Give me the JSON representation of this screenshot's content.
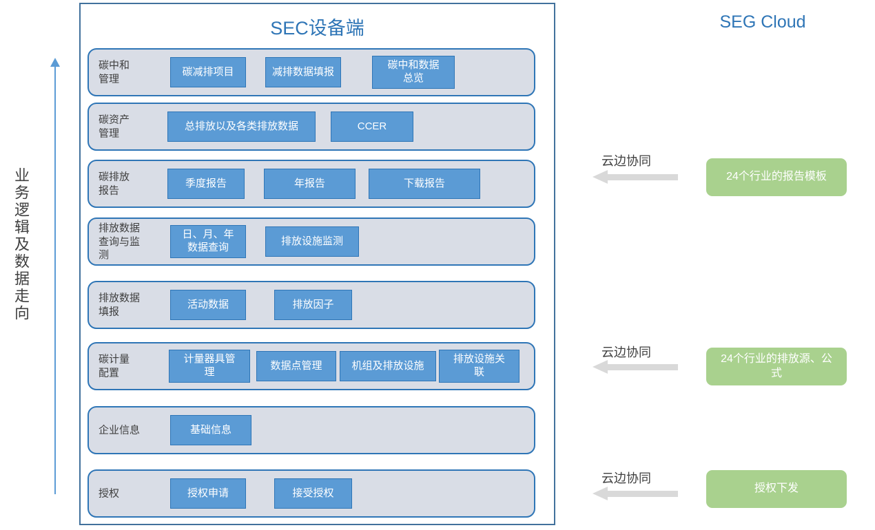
{
  "left_axis": {
    "label": "业务逻辑及数据走向"
  },
  "device": {
    "title": "SEC设备端",
    "rows": [
      {
        "label": "碳中和\n管理",
        "chips": [
          "碳减排项目",
          "减排数据填报",
          "碳中和数据\n总览"
        ]
      },
      {
        "label": "碳资产\n管理",
        "chips": [
          "总排放以及各类排放数据",
          "CCER"
        ]
      },
      {
        "label": "碳排放\n报告",
        "chips": [
          "季度报告",
          "年报告",
          "下载报告"
        ]
      },
      {
        "label": "排放数据\n查询与监\n测",
        "chips": [
          "日、月、年\n数据查询",
          "排放设施监测"
        ]
      },
      {
        "label": "排放数据\n填报",
        "chips": [
          "活动数据",
          "排放因子"
        ]
      },
      {
        "label": "碳计量\n配置",
        "chips": [
          "计量器具管\n理",
          "数据点管理",
          "机组及排放设施",
          "排放设施关\n联"
        ]
      },
      {
        "label": "企业信息",
        "chips": [
          "基础信息"
        ]
      },
      {
        "label": "授权",
        "chips": [
          "授权申请",
          "接受授权"
        ]
      }
    ]
  },
  "cloud": {
    "title": "SEG Cloud",
    "items": [
      "24个行业的报告模板",
      "24个行业的排放源、公\n式",
      "授权下发"
    ]
  },
  "connections": [
    {
      "label": "云边协同"
    },
    {
      "label": "云边协同"
    },
    {
      "label": "云边协同"
    }
  ],
  "colors": {
    "accent_blue": "#2e75b6",
    "panel_border": "#41719c",
    "layer_bg": "#d9dde6",
    "chip_bg": "#5b9bd5",
    "cloud_green": "#a9d18e",
    "arrow_gray": "#d9d9d9",
    "text_dark": "#3f3f3f"
  }
}
